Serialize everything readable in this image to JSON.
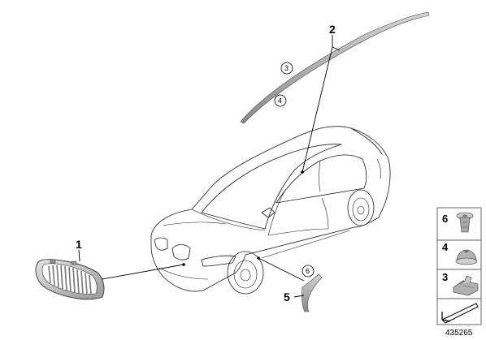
{
  "callouts": {
    "c1": "1",
    "c2": "2",
    "c3": "3",
    "c4": "4",
    "c5": "5",
    "c6": "6"
  },
  "side_panel": {
    "items": [
      {
        "number": "6",
        "icon": "expanding-nut-icon"
      },
      {
        "number": "4",
        "icon": "clip-nut-icon"
      },
      {
        "number": "3",
        "icon": "bracket-clip-icon"
      }
    ],
    "footer_icon": "arrow-icon"
  },
  "reference_number": "435265",
  "colors": {
    "line": "#1a1a1a",
    "part_fill": "#b9b9b9",
    "part_shade": "#8f8f8f",
    "panel_border": "#555555"
  }
}
